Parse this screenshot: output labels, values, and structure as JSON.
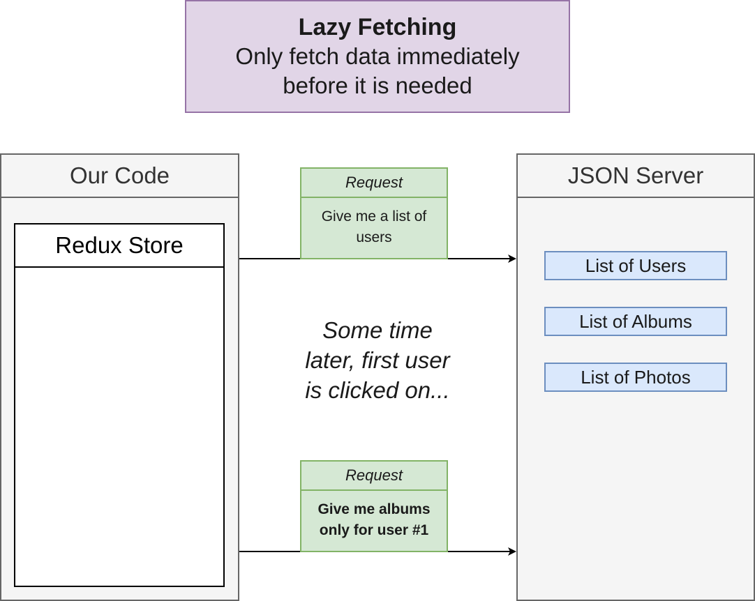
{
  "title": {
    "heading": "Lazy Fetching",
    "lines": [
      "Only fetch data immediately",
      "before it is needed"
    ]
  },
  "our_code": {
    "label": "Our Code",
    "redux_store": "Redux Store"
  },
  "json_server": {
    "label": "JSON Server",
    "resources": [
      "List of Users",
      "List of Albums",
      "List of Photos"
    ]
  },
  "requests": [
    {
      "head": "Request",
      "body": [
        "Give me a list of",
        "users"
      ]
    },
    {
      "head": "Request",
      "body": [
        "Give me albums",
        "only for user #1"
      ]
    }
  ],
  "note": [
    "Some time",
    "later, first user",
    "is clicked on..."
  ],
  "colors": {
    "title_fill": "#e1d5e7",
    "request_fill": "#d5e8d4",
    "resource_fill": "#dae8fc",
    "panel_fill": "#f5f5f5"
  }
}
